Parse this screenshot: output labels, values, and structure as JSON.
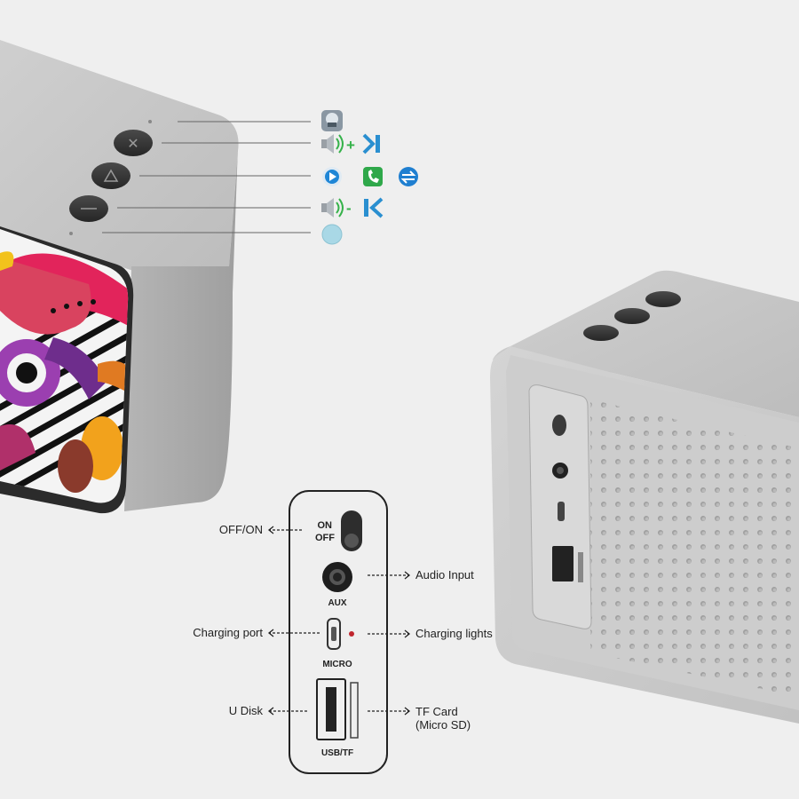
{
  "colors": {
    "background": "#efefef",
    "speaker_silver": "#c9c9c9",
    "button_dark": "#3a3a3a",
    "volume_icon_green": "#35b24a",
    "skip_icon_blue": "#2a8fd0",
    "phone_icon_green": "#2fa84a"
  },
  "icons": {
    "top": "microphone-icon",
    "vol_up": "volume-up-icon",
    "next": "next-track-icon",
    "play": "play-pause-icon",
    "phone": "phone-call-icon",
    "mode": "mode-switch-icon",
    "vol_down": "volume-down-icon",
    "prev": "previous-track-icon",
    "led": "led-indicator-icon"
  },
  "panel": {
    "switch_on": "ON",
    "switch_off": "OFF",
    "aux_label": "AUX",
    "micro_label": "MICRO",
    "usb_tf_label": "USB/TF"
  },
  "callouts": {
    "off_on": "OFF/ON",
    "audio_input": "Audio Input",
    "charging_port": "Charging port",
    "charging_lights": "Charging lights",
    "u_disk": "U Disk",
    "tf_card_line1": "TF Card",
    "tf_card_line2": "(Micro SD)"
  },
  "symbols": {
    "plus": "+",
    "minus": "-"
  }
}
